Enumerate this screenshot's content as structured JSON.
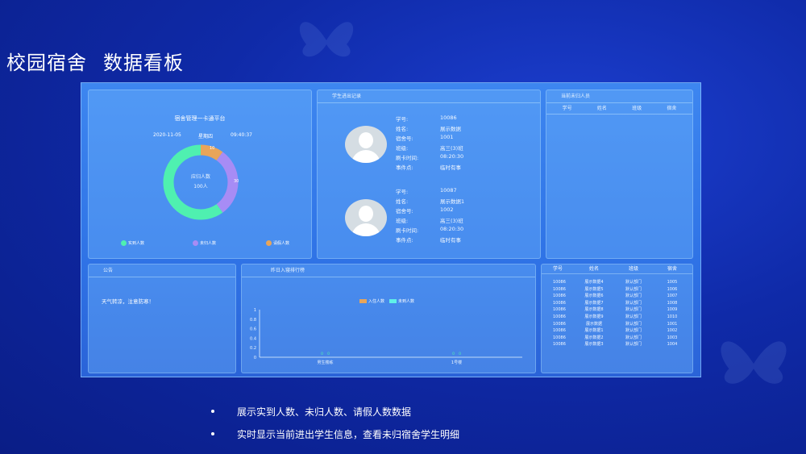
{
  "slide": {
    "title_part1": "校园宿舍",
    "title_part2": "数据看板"
  },
  "platform": {
    "title": "宿舍管理一卡通平台",
    "date": "2020-11-05",
    "weekday": "星期四",
    "time": "09:40:37",
    "center_label": "应归人数",
    "center_value": "100人",
    "legend": [
      {
        "label": "实到人数",
        "color": "#4ff0b0"
      },
      {
        "label": "未归人数",
        "color": "#a78cf5"
      },
      {
        "label": "请假人数",
        "color": "#e8a55a"
      }
    ],
    "donut": [
      {
        "name": "实到人数",
        "value": 60,
        "color": "#4ff0b0"
      },
      {
        "name": "未归人数",
        "value": 30,
        "color": "#a78cf5"
      },
      {
        "name": "请假人数",
        "value": 10,
        "color": "#e8a55a"
      }
    ],
    "donut_labels": {
      "leave": "10",
      "absent": "30"
    }
  },
  "records": {
    "title": "学生进出记录",
    "entries": [
      {
        "fields": [
          {
            "k": "学号:",
            "v": "10086"
          },
          {
            "k": "姓名:",
            "v": "展示数据"
          },
          {
            "k": "宿舍号:",
            "v": "1001"
          },
          {
            "k": "班级:",
            "v": "高三(3)班"
          },
          {
            "k": "刷卡时间:",
            "v": "08:20:30"
          },
          {
            "k": "事件点:",
            "v": "临时有事"
          }
        ]
      },
      {
        "fields": [
          {
            "k": "学号:",
            "v": "10087"
          },
          {
            "k": "姓名:",
            "v": "展示数据1"
          },
          {
            "k": "宿舍号:",
            "v": "1002"
          },
          {
            "k": "班级:",
            "v": "高三(3)班"
          },
          {
            "k": "刷卡时间:",
            "v": "08:20:30"
          },
          {
            "k": "事件点:",
            "v": "临时有事"
          }
        ]
      }
    ]
  },
  "unreturned": {
    "title": "当前未归人员",
    "headers": [
      "学号",
      "姓名",
      "班级",
      "宿舍"
    ]
  },
  "notice": {
    "title": "公告",
    "text": "天气转凉，注意防寒！"
  },
  "ranking": {
    "title": "昨日入寝排行榜",
    "legend": [
      {
        "label": "入住人数",
        "color": "#e8a55a"
      },
      {
        "label": "未到人数",
        "color": "#5ff0e8"
      }
    ]
  },
  "list": {
    "headers": [
      "学号",
      "姓名",
      "班级",
      "宿舍"
    ],
    "rows": [
      [
        "10086",
        "展示数据4",
        "默认部门",
        "1005"
      ],
      [
        "10086",
        "展示数据5",
        "默认部门",
        "1006"
      ],
      [
        "10086",
        "展示数据6",
        "默认部门",
        "1007"
      ],
      [
        "10086",
        "展示数据7",
        "默认部门",
        "1008"
      ],
      [
        "10086",
        "展示数据8",
        "默认部门",
        "1009"
      ],
      [
        "10086",
        "展示数据9",
        "默认部门",
        "1010"
      ],
      [
        "10086",
        "展示数据",
        "默认部门",
        "1001"
      ],
      [
        "10086",
        "展示数据1",
        "默认部门",
        "1002"
      ],
      [
        "10086",
        "展示数据2",
        "默认部门",
        "1003"
      ],
      [
        "10086",
        "展示数据3",
        "默认部门",
        "1004"
      ]
    ]
  },
  "bullets": [
    "展示实到人数、未归人数、请假人数数据",
    "实时显示当前进出学生信息，查看未归宿舍学生明细"
  ],
  "chart_data": {
    "type": "bar",
    "categories": [
      "男生楼栋",
      "1号楼"
    ],
    "series": [
      {
        "name": "入住人数",
        "values": [
          0,
          0
        ]
      },
      {
        "name": "未到人数",
        "values": [
          0,
          0
        ]
      }
    ],
    "yticks": [
      "0",
      "0.2",
      "0.4",
      "0.6",
      "0.8",
      "1"
    ],
    "ylim": [
      0,
      1
    ]
  }
}
